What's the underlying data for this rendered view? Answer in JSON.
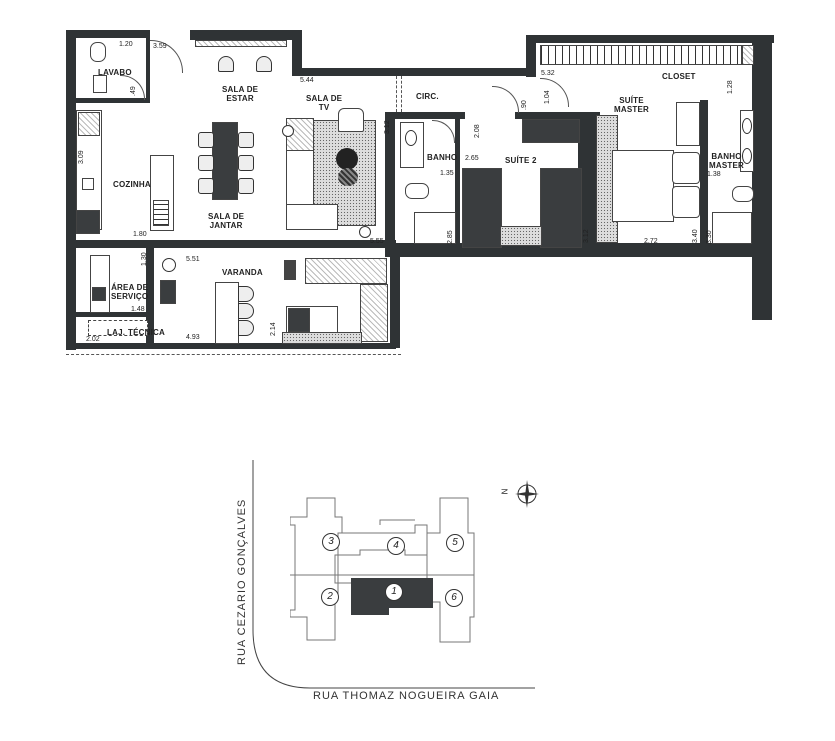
{
  "floor_plan": {
    "rooms": [
      {
        "id": "lavabo",
        "label": "LAVABO"
      },
      {
        "id": "sala_estar",
        "label": "SALA DE\nESTAR"
      },
      {
        "id": "sala_tv",
        "label": "SALA DE\nTV"
      },
      {
        "id": "circ",
        "label": "CIRC."
      },
      {
        "id": "closet",
        "label": "CLOSET"
      },
      {
        "id": "suite_master",
        "label": "SUÍTE\nMASTER"
      },
      {
        "id": "cozinha",
        "label": "COZINHA"
      },
      {
        "id": "sala_jantar",
        "label": "SALA DE\nJANTAR"
      },
      {
        "id": "banho",
        "label": "BANHO"
      },
      {
        "id": "suite_2",
        "label": "SUÍTE 2"
      },
      {
        "id": "banho_master",
        "label": "BANHO\nMASTER"
      },
      {
        "id": "area_servico",
        "label": "ÁREA DE\nSERVIÇO"
      },
      {
        "id": "varanda",
        "label": "VARANDA"
      },
      {
        "id": "laje_tecnica_1",
        "label": "LAJ."
      },
      {
        "id": "laje_tecnica_2",
        "label": "TÉCNICA"
      }
    ],
    "dimensions": {
      "lavabo_w": "1.20",
      "lavabo_h": ".49",
      "estar_w": "3.59",
      "tv_w": "5.44",
      "tv_h": "3.12",
      "closet_w": "5.32",
      "closet_h": "1.28",
      "circ_door_a": ".90",
      "circ_door_b": "1.04",
      "cozinha_h": "3.09",
      "cozinha_w": "1.80",
      "banho_door": "2.08",
      "banho_w": "2.65",
      "banho_h": "1.35",
      "banho_shower": "2.85",
      "suite2_h": "3.12",
      "master_w": "2.72",
      "master_h": "3.40",
      "banho_master_w": "1.38",
      "banho_master_h": "3.30",
      "servico_h": "1.30",
      "servico_w": "1.48",
      "laje_w": "2.02",
      "varanda_w": "5.51",
      "varanda_w2": "4.93",
      "varanda_h": "2.14",
      "tv_depth": "5.55"
    }
  },
  "site_plan": {
    "units": [
      "1",
      "2",
      "3",
      "4",
      "5",
      "6"
    ],
    "highlighted_unit": "1",
    "street_vertical": "RUA CEZARIO GONÇALVES",
    "street_horizontal": "RUA THOMAZ NOGUEIRA GAIA",
    "north_label": "N"
  },
  "colors": {
    "wall": "#2f3335",
    "highlight": "#3a3d3f",
    "line": "#777777"
  }
}
